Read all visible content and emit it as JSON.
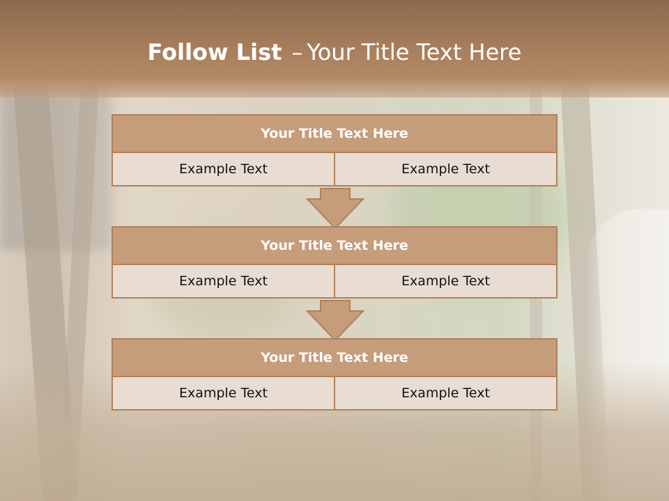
{
  "slide": {
    "title_bold": "Follow List",
    "title_dash": "–",
    "title_rest": "Your Title Text Here"
  },
  "blocks": [
    {
      "title": "Your Title Text Here",
      "left": "Example Text",
      "right": "Example Text"
    },
    {
      "title": "Your Title Text Here",
      "left": "Example Text",
      "right": "Example Text"
    },
    {
      "title": "Your Title Text Here",
      "left": "Example Text",
      "right": "Example Text"
    }
  ],
  "colors": {
    "header": "#a57c5a",
    "box_title_fill": "#c69d7b",
    "box_border": "#b07f58",
    "cell_fill": "#e9ddd3",
    "arrow_fill": "#c69d7b"
  },
  "icons": [
    "down-arrow-icon",
    "down-arrow-icon"
  ]
}
